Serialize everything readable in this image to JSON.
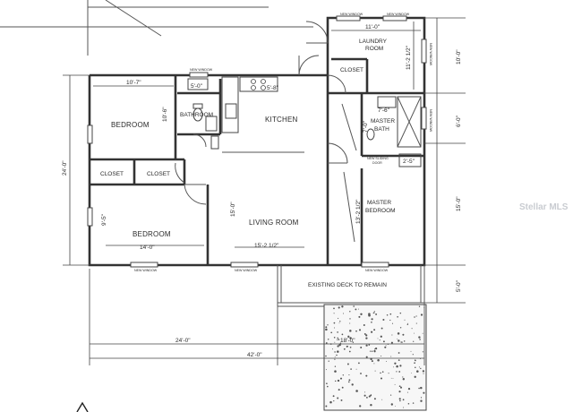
{
  "rooms": {
    "bedroom_1": "BEDROOM",
    "bedroom_2": "BEDROOM",
    "closet_1": "CLOSET",
    "closet_2": "CLOSET",
    "closet_3": "CLOSET",
    "bathroom": "BATHROOM",
    "kitchen": "KITCHEN",
    "living_room": "LIVING ROOM",
    "laundry_room_line1": "LAUNDRY",
    "laundry_room_line2": "ROOM",
    "master_bath_line1": "MASTER",
    "master_bath_line2": "BATH",
    "master_bedroom_line1": "MASTER",
    "master_bedroom_line2": "BEDROOM",
    "deck": "EXISTING DECK TO REMAIN"
  },
  "room_dims": {
    "bedroom_1_width": "10'-7\"",
    "bedroom_1_depth": "10'-6\"",
    "bathroom_width": "5'-0\"",
    "kitchen_width": "5'-8\"",
    "bedroom_2_width": "14'-0\"",
    "bedroom_2_depth": "9'-5\"",
    "living_depth": "15'-0\"",
    "living_width": "15'-2 1/2\"",
    "laundry_width": "11'-0\"",
    "laundry_depth": "11'-2 1/2\"",
    "master_bath_width": "7'-6\"",
    "master_bath_depth": "7'-0\"",
    "closet_dim": "2'-5\"",
    "master_bedroom_depth": "13'-2 1/2\""
  },
  "annotations": {
    "new_window": "NEW WINDOW",
    "sliding_door_line1": "NEW SLIDING",
    "sliding_door_line2": "DOOR"
  },
  "overall_dims": {
    "left_height": "24'-0\"",
    "right_segment_1": "10'-0\"",
    "right_segment_2": "6'-0\"",
    "right_segment_3": "15'-0\"",
    "right_segment_4": "5'-0\"",
    "bottom_left": "24'-0\"",
    "bottom_right": "18'-0\"",
    "total_width": "42'-0\""
  },
  "watermark": "Stellar MLS"
}
